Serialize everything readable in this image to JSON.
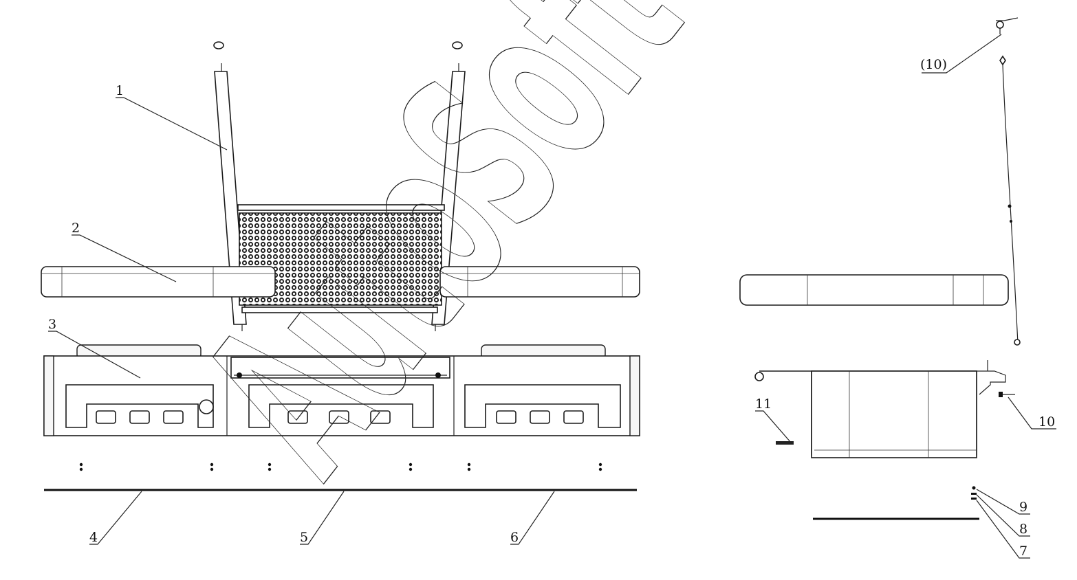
{
  "watermark": "AutoSoft",
  "callouts": {
    "c1": "1",
    "c2": "2",
    "c3": "3",
    "c4": "4",
    "c5": "5",
    "c6": "6",
    "c7": "7",
    "c8": "8",
    "c9": "9",
    "c10_paren": "(10)",
    "c10": "10",
    "c11": "11"
  },
  "colors": {
    "ink": "#1a1a1a",
    "background": "#ffffff"
  }
}
